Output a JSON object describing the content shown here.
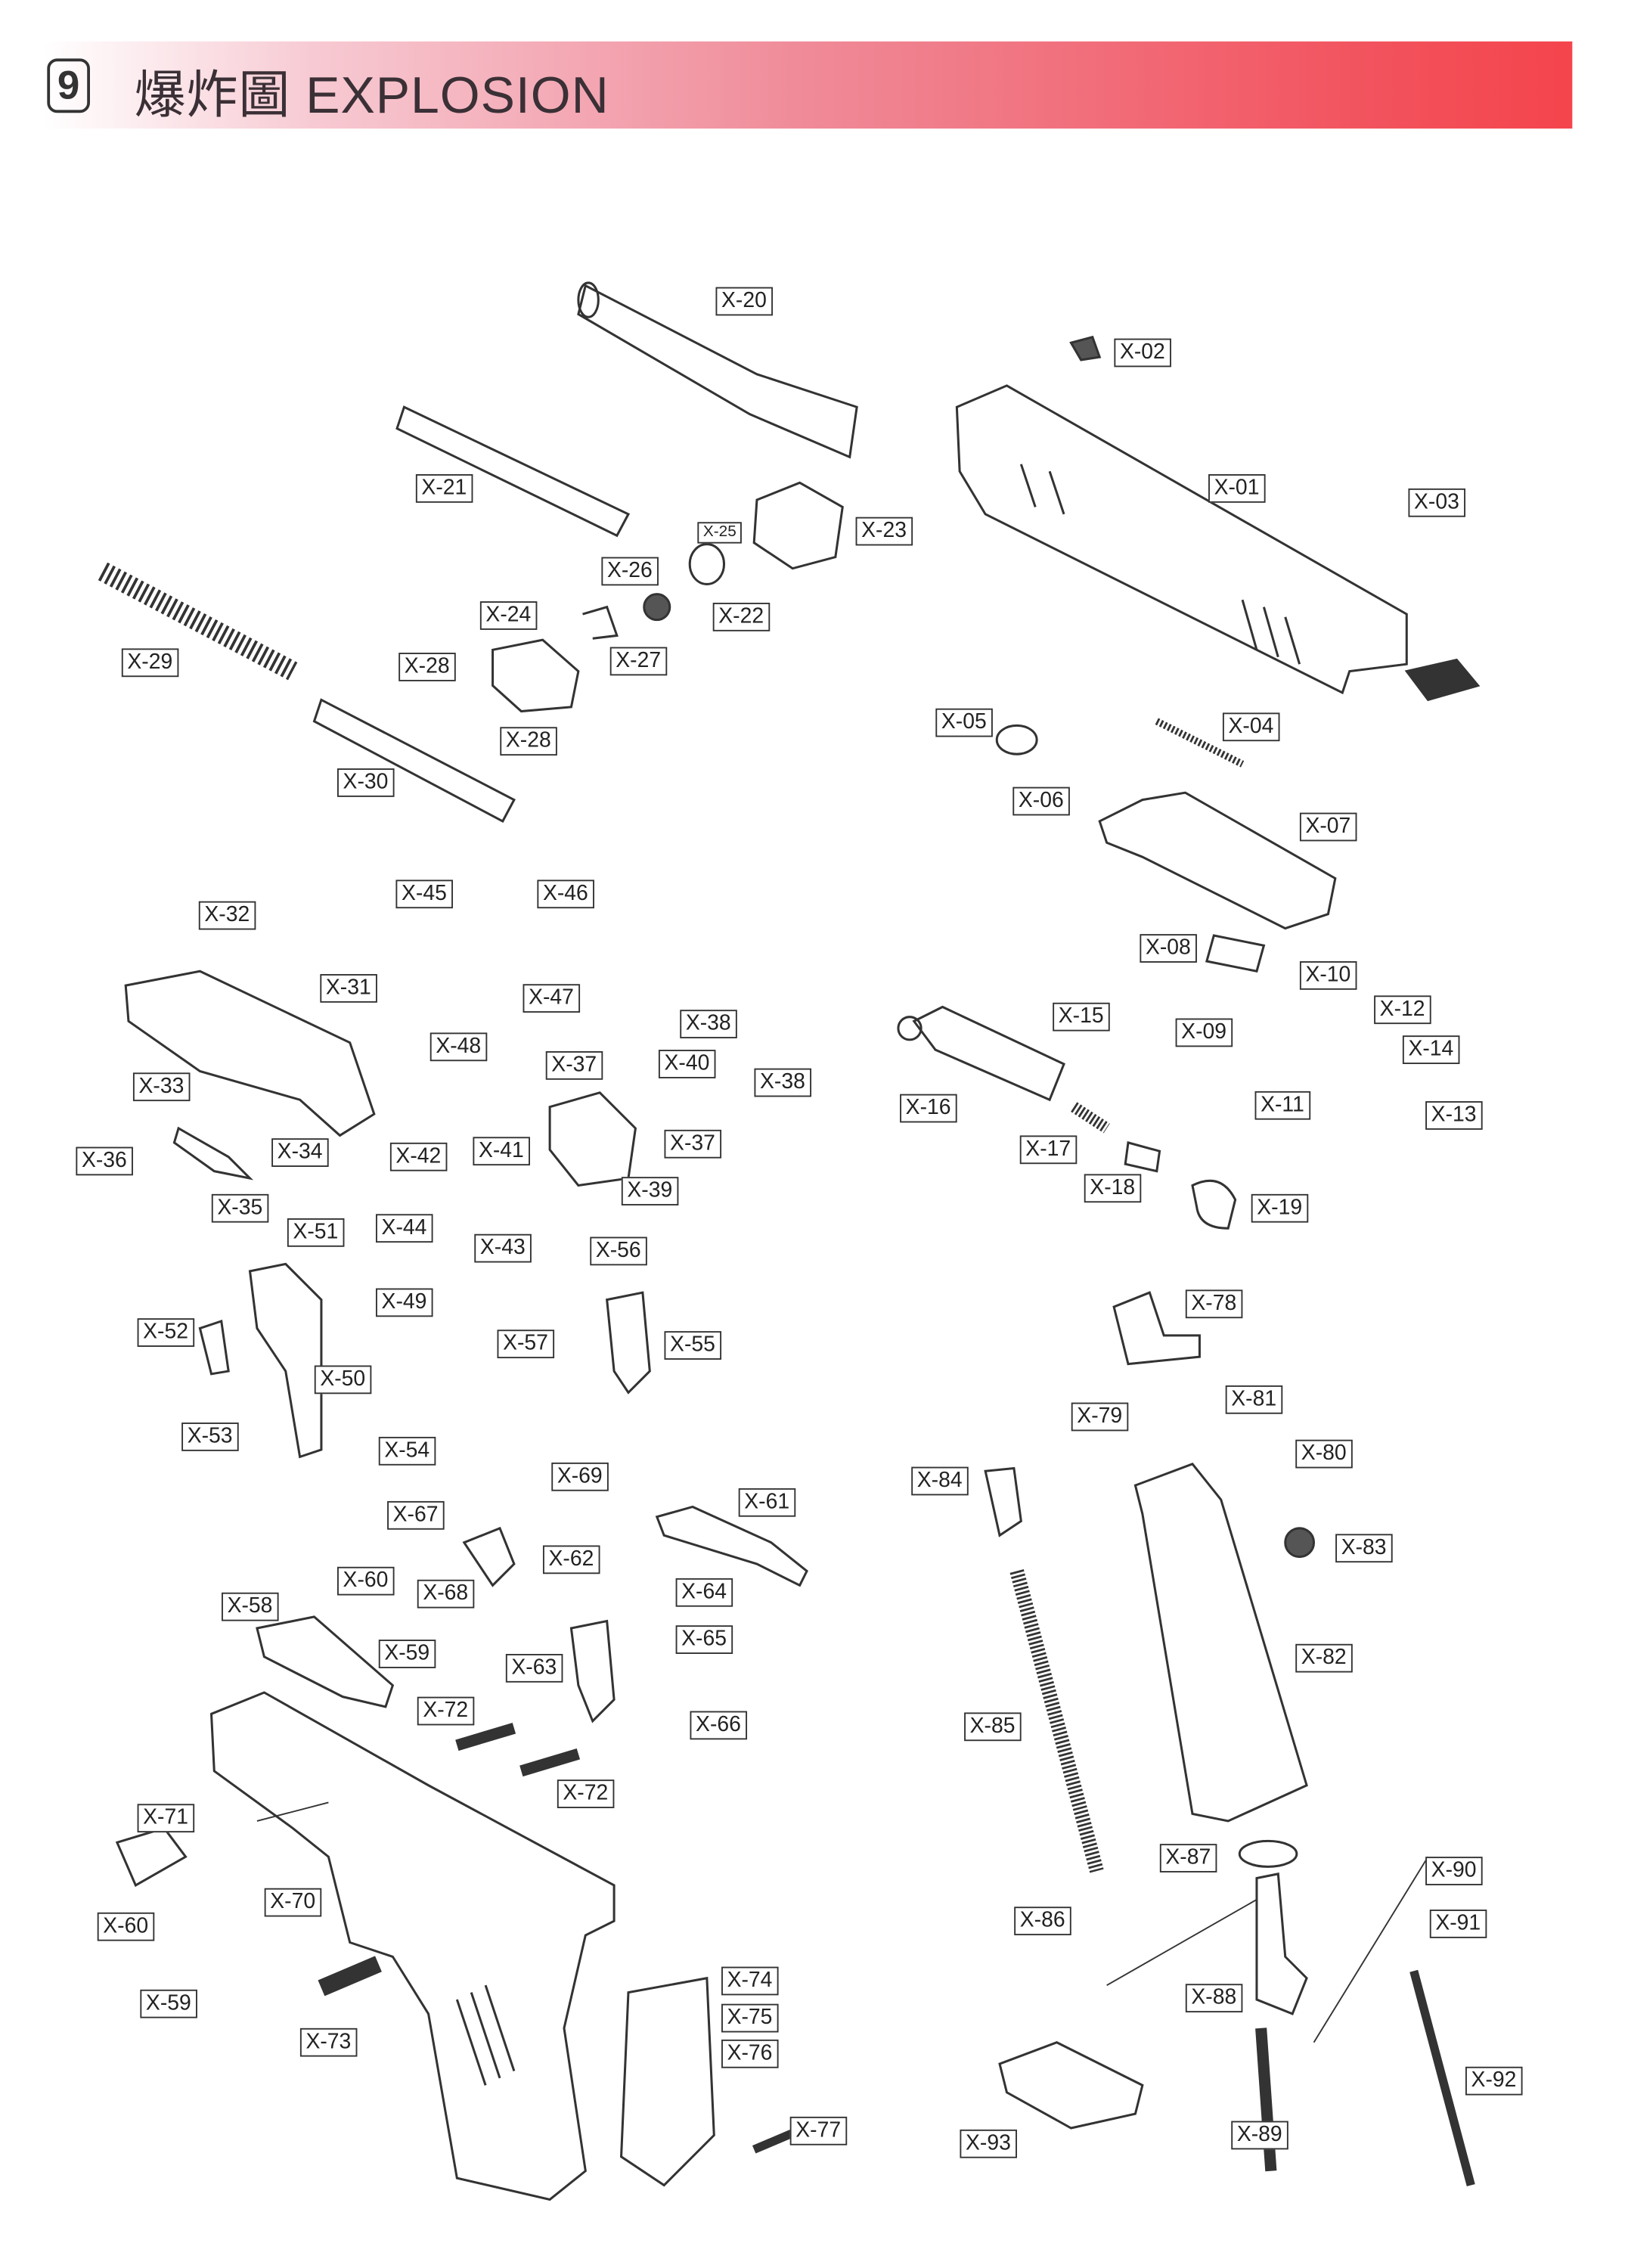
{
  "header": {
    "section_number": "9",
    "title": "爆炸圖 EXPLOSION",
    "accent_color": "#f4444c"
  },
  "labels": [
    "X-20",
    "X-02",
    "X-01",
    "X-03",
    "X-21",
    "X-25",
    "X-23",
    "X-26",
    "X-22",
    "X-24",
    "X-27",
    "X-29",
    "X-28",
    "X-28",
    "X-30",
    "X-05",
    "X-04",
    "X-06",
    "X-07",
    "X-45",
    "X-46",
    "X-32",
    "X-31",
    "X-47",
    "X-08",
    "X-10",
    "X-12",
    "X-09",
    "X-15",
    "X-14",
    "X-48",
    "X-38",
    "X-37",
    "X-40",
    "X-38",
    "X-33",
    "X-16",
    "X-11",
    "X-13",
    "X-37",
    "X-41",
    "X-42",
    "X-34",
    "X-36",
    "X-17",
    "X-39",
    "X-18",
    "X-35",
    "X-19",
    "X-51",
    "X-44",
    "X-43",
    "X-56",
    "X-49",
    "X-78",
    "X-52",
    "X-57",
    "X-55",
    "X-50",
    "X-81",
    "X-79",
    "X-53",
    "X-54",
    "X-80",
    "X-69",
    "X-84",
    "X-61",
    "X-67",
    "X-83",
    "X-62",
    "X-60",
    "X-68",
    "X-64",
    "X-58",
    "X-65",
    "X-59",
    "X-82",
    "X-63",
    "X-72",
    "X-66",
    "X-85",
    "X-72",
    "X-71",
    "X-87",
    "X-90",
    "X-70",
    "X-60",
    "X-86",
    "X-91",
    "X-74",
    "X-88",
    "X-59",
    "X-75",
    "X-73",
    "X-76",
    "X-92",
    "X-77",
    "X-89",
    "X-93"
  ]
}
